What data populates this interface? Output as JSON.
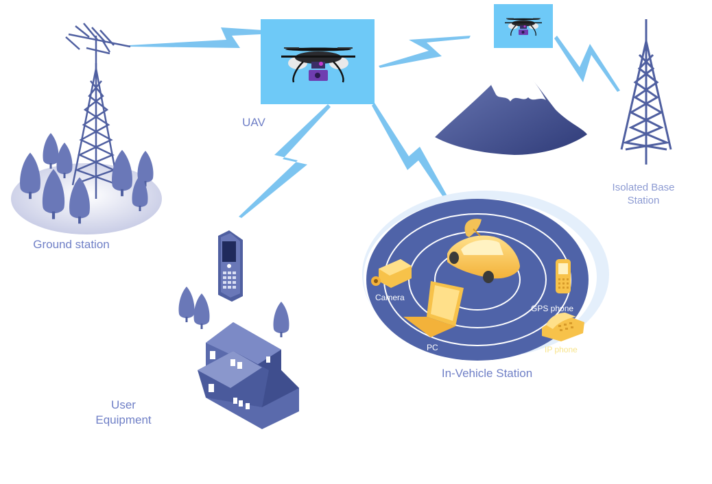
{
  "labels": {
    "uav": "UAV",
    "ground_station": "Ground station",
    "isolated_base_station": "Isolated Base\nStation",
    "user_equipment": "User\nEquipment",
    "in_vehicle_station": "In-Vehicle Station"
  },
  "devices": {
    "camera": "Camera",
    "pc": "PC",
    "gps_phone": "GPS phone",
    "ip_phone": "IP phone"
  },
  "colors": {
    "link": "#7cc4f0",
    "drone_bg": "#6ec9f7",
    "structure": "#4f5fa0",
    "label": "#6f7fc6",
    "device_yellow": "#f7c24a"
  }
}
